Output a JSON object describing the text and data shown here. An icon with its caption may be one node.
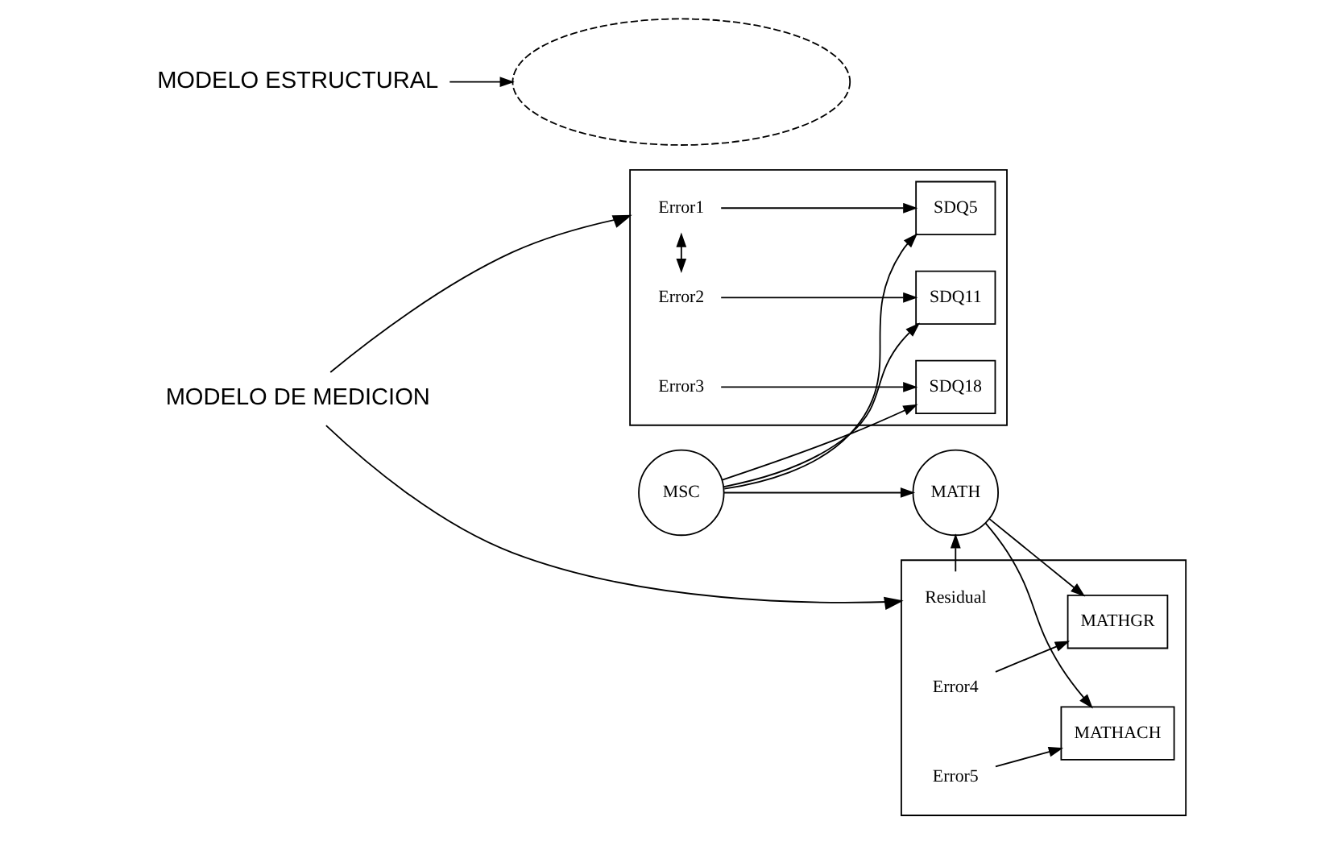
{
  "diagram": {
    "nodes": [
      {
        "text": [
          "MODELO DE MEDICION"
        ]
      },
      {
        "text": [],
        "shape": "box"
      },
      {
        "text": [],
        "shape": "box"
      },
      {
        "text": [
          "Error1"
        ],
        "in": 1
      },
      {
        "text": [
          "SDQ5"
        ],
        "in": 1
      },
      {
        "text": [
          "Residual"
        ],
        "in": 2
      },
      {
        "text": [
          "MATHGR"
        ],
        "in": 2
      },
      {
        "text": [
          "Error4"
        ],
        "in": 2
      },
      {
        "text": [],
        "shape": "ellipse"
      },
      {
        "text": [
          "Error2"
        ],
        "in": 1
      },
      {
        "text": [
          "SDQ11"
        ],
        "in": 1
      },
      {
        "text": [
          "MSC"
        ]
      },
      {
        "text": [
          "MATH"
        ]
      },
      {
        "text": [
          "Error3"
        ],
        "in": 1
      },
      {
        "text": [
          "SDQ18"
        ],
        "in": 1
      },
      {
        "text": [
          "MATHACH"
        ],
        "in": 2
      },
      {
        "text": [
          "Error5"
        ],
        "in": 2
      },
      {
        "text": [
          "MODELO ESTRUCTURAL"
        ]
      }
    ],
    "edges": [
      {
        "from": 0,
        "to": 1,
        "arrow": "to"
      },
      {
        "from": 0,
        "to": 2,
        "arrow": "to"
      },
      {
        "from": 3,
        "to": 4,
        "arrow": "to"
      },
      {
        "from": 9,
        "to": 10,
        "arrow": "to"
      },
      {
        "from": 13,
        "to": 14,
        "arrow": "to"
      },
      {
        "from": 3,
        "to": 9,
        "arrow": "both"
      },
      {
        "from": 11,
        "to": 4,
        "arrow": "to"
      },
      {
        "from": 11,
        "to": 10,
        "arrow": "to"
      },
      {
        "from": 11,
        "to": 14,
        "arrow": "to"
      },
      {
        "from": 11,
        "to": 12,
        "arrow": "to"
      },
      {
        "from": 5,
        "to": 12,
        "arrow": "to"
      },
      {
        "from": 12,
        "to": 6,
        "arrow": "to"
      },
      {
        "from": 12,
        "to": 15,
        "arrow": "to"
      },
      {
        "from": 7,
        "to": 6,
        "arrow": "to"
      },
      {
        "from": 16,
        "to": 15,
        "arrow": "to"
      },
      {
        "from": 17,
        "to": 8,
        "arrow": "to"
      }
    ]
  }
}
